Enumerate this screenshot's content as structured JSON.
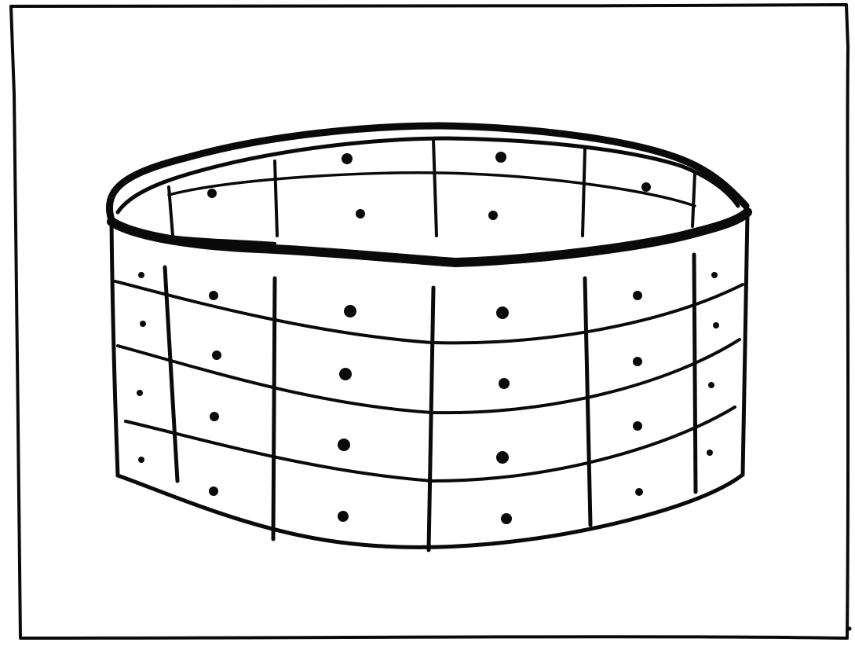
{
  "scene": {
    "subject": "hand-drawn-cylinder",
    "style": "black-ink-sketch",
    "colors": {
      "paper": "#ffffff",
      "ink": "#0a0a0a"
    },
    "grid": {
      "horizontal_bands_front": 4,
      "vertical_panels_front": 6,
      "dots_per_cell": 1
    }
  }
}
